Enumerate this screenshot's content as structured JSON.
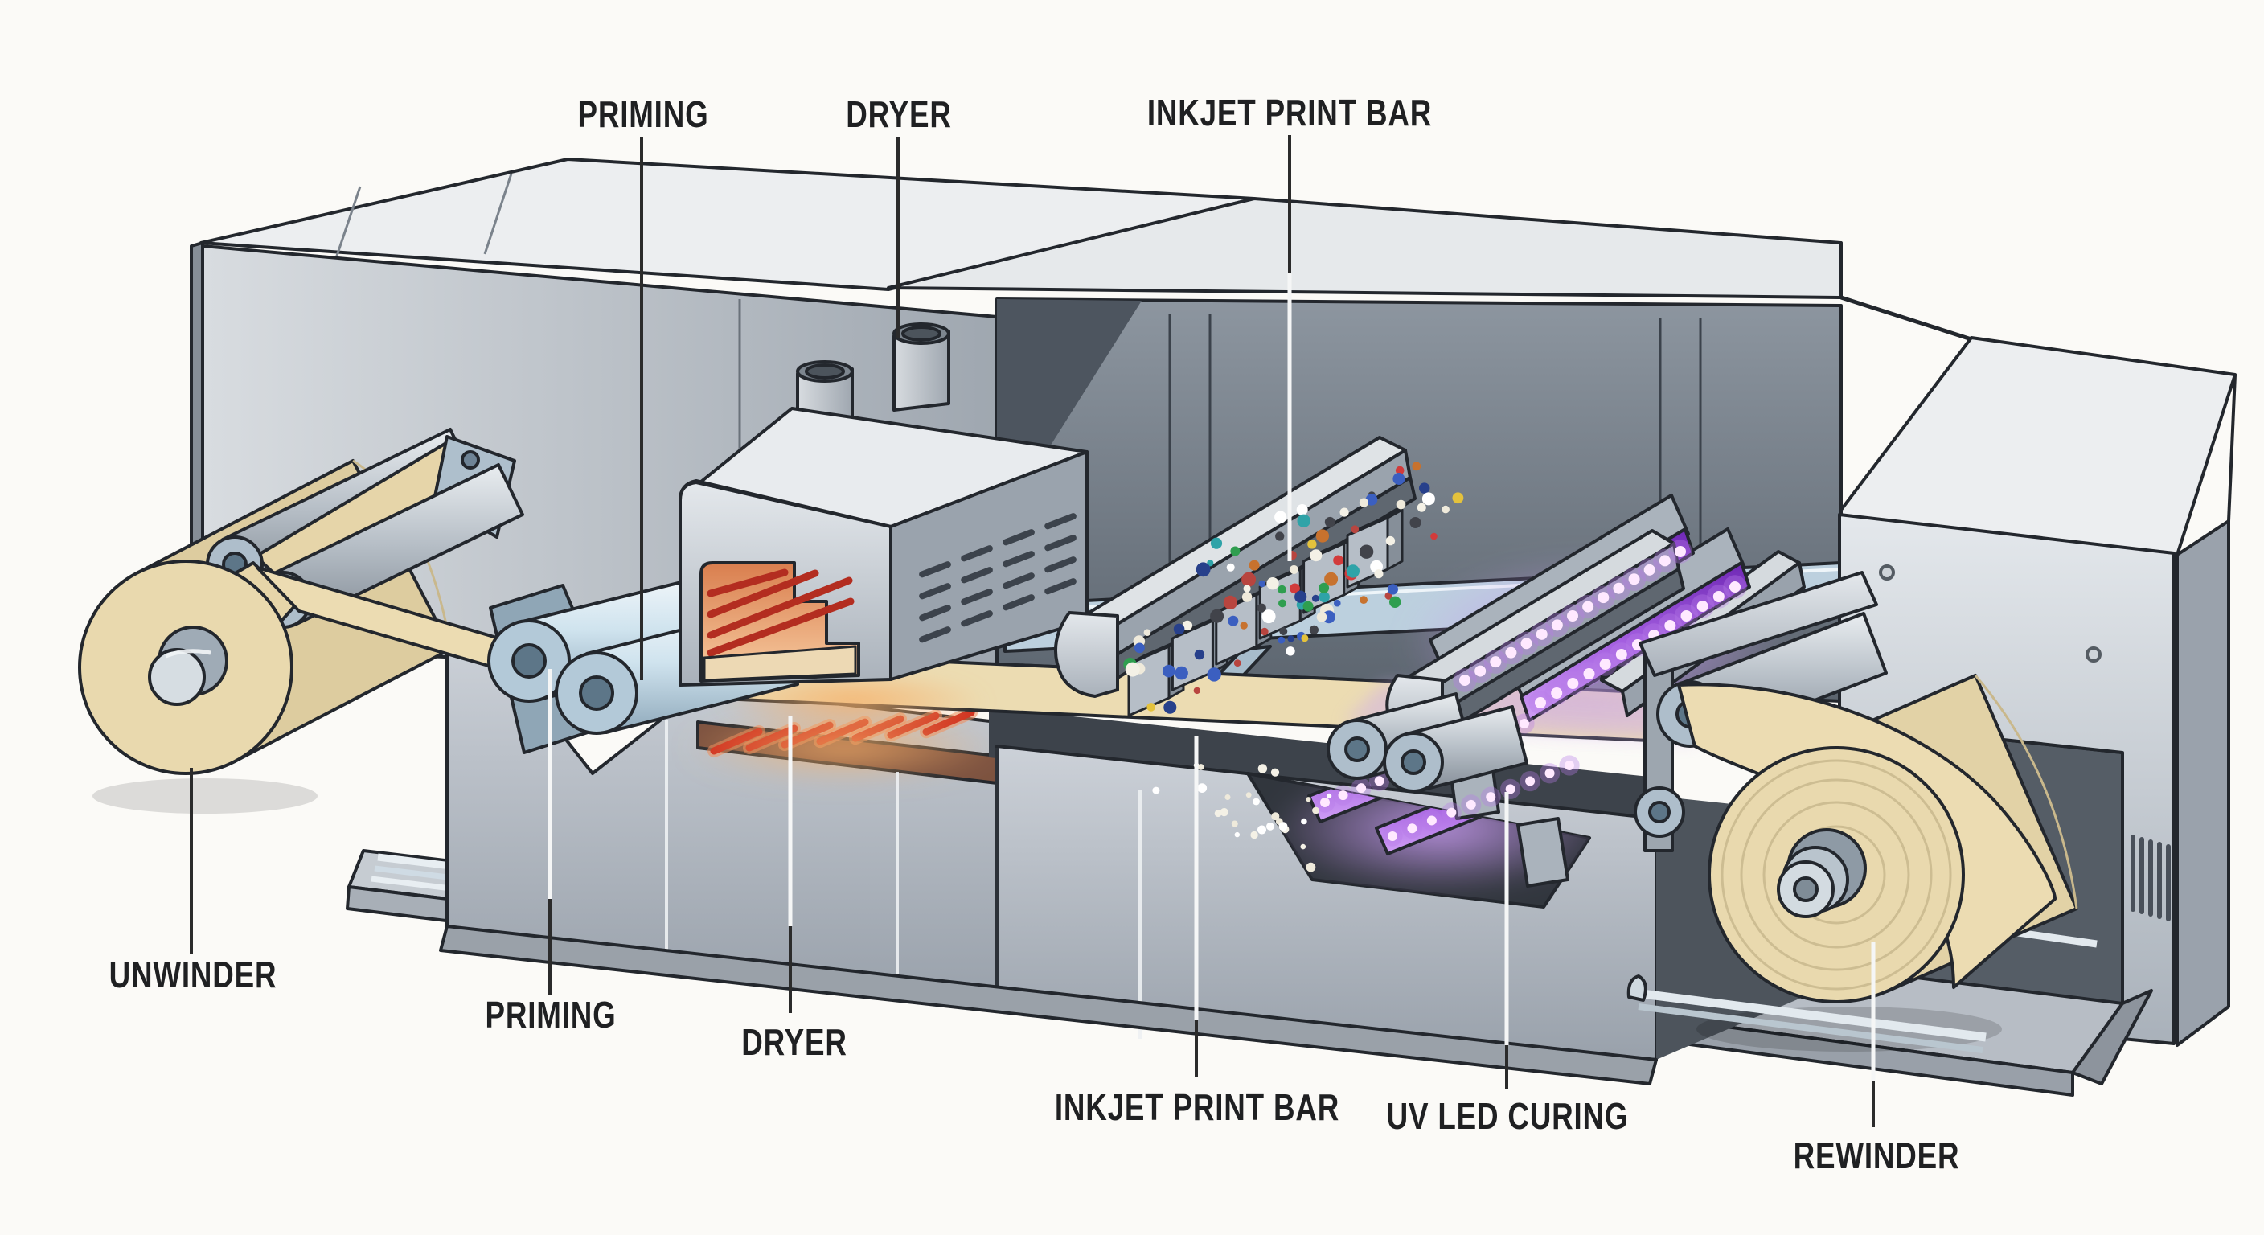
{
  "diagram": {
    "kind": "technical-illustration",
    "subject": "roll-to-roll UV inkjet printing press cutaway",
    "stations": [
      "UNWINDER",
      "PRIMING",
      "DRYER",
      "INKJET PRINT BAR",
      "UV LED CURING",
      "REWINDER"
    ]
  },
  "labels": {
    "top": [
      {
        "text": "PRIMING"
      },
      {
        "text": "DRYER"
      },
      {
        "text": "INKJET PRINT BAR"
      }
    ],
    "bottom": [
      {
        "text": "UNWINDER"
      },
      {
        "text": "PRIMING"
      },
      {
        "text": "DRYER"
      },
      {
        "text": "INKJET PRINT BAR"
      },
      {
        "text": "UV LED CURING"
      },
      {
        "text": "REWINDER"
      }
    ]
  },
  "colors": {
    "background": "#fbfaf7",
    "outline": "#23272d",
    "cabinet_light": "#e2e6ea",
    "cabinet_mid": "#b9c0c8",
    "cabinet_dark": "#9aa2ab",
    "bay_wall": "#6e7781",
    "web_tan": "#ecdcb2",
    "roll_tan": "#e7d7ac",
    "roller_blue": "#cfe3ee",
    "heater_red": "#c3301f",
    "heat_glow": "#f0a468",
    "uv_purple": "#8a3fd1",
    "uv_glow": "#b87ae8",
    "led_dot": "#ffe9ff"
  },
  "ink_droplets": {
    "palette": [
      "#d23b3b",
      "#3b5fc0",
      "#2f9e4f",
      "#e4c23c",
      "#2fa3a8",
      "#27408b",
      "#b8453f",
      "#41434a",
      "#c7722e"
    ],
    "whites": [
      "#f4f1e6",
      "#ffffff",
      "#efeadb"
    ]
  }
}
